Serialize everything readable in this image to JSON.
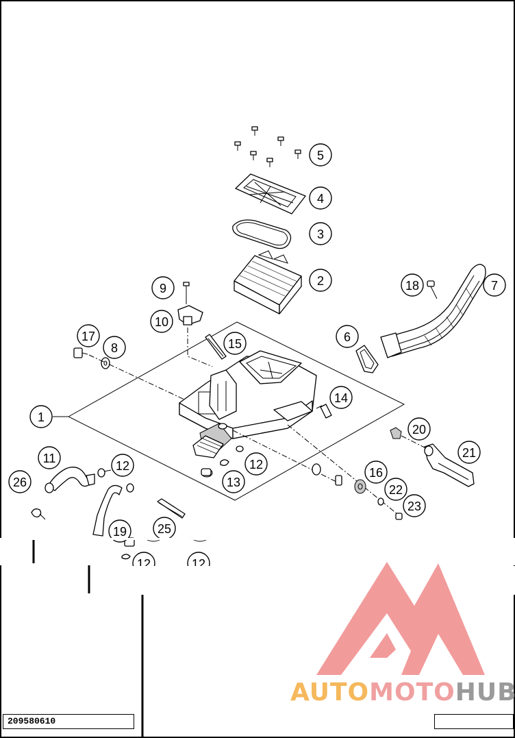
{
  "document": {
    "part_number": "209580610"
  },
  "callouts": [
    "1",
    "2",
    "3",
    "4",
    "5",
    "6",
    "7",
    "8",
    "9",
    "10",
    "11",
    "12",
    "12",
    "12",
    "12",
    "13",
    "14",
    "15",
    "16",
    "17",
    "18",
    "19",
    "20",
    "21",
    "22",
    "23",
    "25",
    "26"
  ],
  "watermark": {
    "text_part1": "AUTO",
    "text_part2": "MOTO",
    "text_part3": "HUB",
    "color_auto": "#f5b85c",
    "color_moto": "#f0a0a0",
    "color_hub": "#9a9a9a",
    "triangle_color": "#f08a8a"
  }
}
